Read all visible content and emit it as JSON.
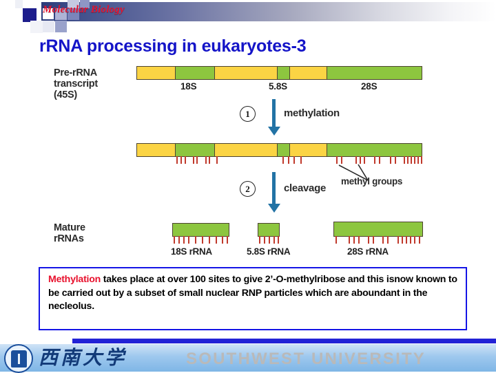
{
  "banner": {
    "course_title": "Molecular Biology"
  },
  "slide": {
    "title": "rRNA processing in eukaryotes-3"
  },
  "diagram": {
    "pre_label": "Pre-rRNA\ntranscript\n(45S)",
    "mature_label": "Mature\nrRNAs",
    "pre_segment_labels": [
      "18S",
      "5.8S",
      "28S"
    ],
    "steps": [
      {
        "number": "1",
        "label": "methylation"
      },
      {
        "number": "2",
        "label": "cleavage"
      }
    ],
    "methyl_annotation": "methyl groups",
    "mature_labels": [
      "18S rRNA",
      "5.8S rRNA",
      "28S rRNA"
    ],
    "colors": {
      "spacer_yellow": "#fbd444",
      "rrna_green": "#8dc63f",
      "outline": "#4c4330",
      "arrow_blue": "#2273a5",
      "methyl_red": "#c0392b"
    },
    "transcript_segments": [
      {
        "type": "spacer",
        "color": "#fbd444",
        "width_pct": 13.2
      },
      {
        "type": "18S",
        "color": "#8dc63f",
        "width_pct": 14.0
      },
      {
        "type": "spacer",
        "color": "#fbd444",
        "width_pct": 22.0
      },
      {
        "type": "5.8S",
        "color": "#8dc63f",
        "width_pct": 4.2
      },
      {
        "type": "spacer",
        "color": "#fbd444",
        "width_pct": 13.3
      },
      {
        "type": "28S",
        "color": "#8dc63f",
        "width_pct": 33.3
      }
    ]
  },
  "callout": {
    "highlight": "Methylation",
    "body": " takes place at over 100 sites to give 2’-O-methylribose and this isnow known to be carried out by a subset of small nuclear RNP particles which are aboundant in the necleolus.",
    "border_color": "#1414e6",
    "highlight_color": "#e8112d"
  },
  "footer": {
    "university_cn": "西南大学",
    "university_en": "SOUTHWEST UNIVERSITY"
  }
}
